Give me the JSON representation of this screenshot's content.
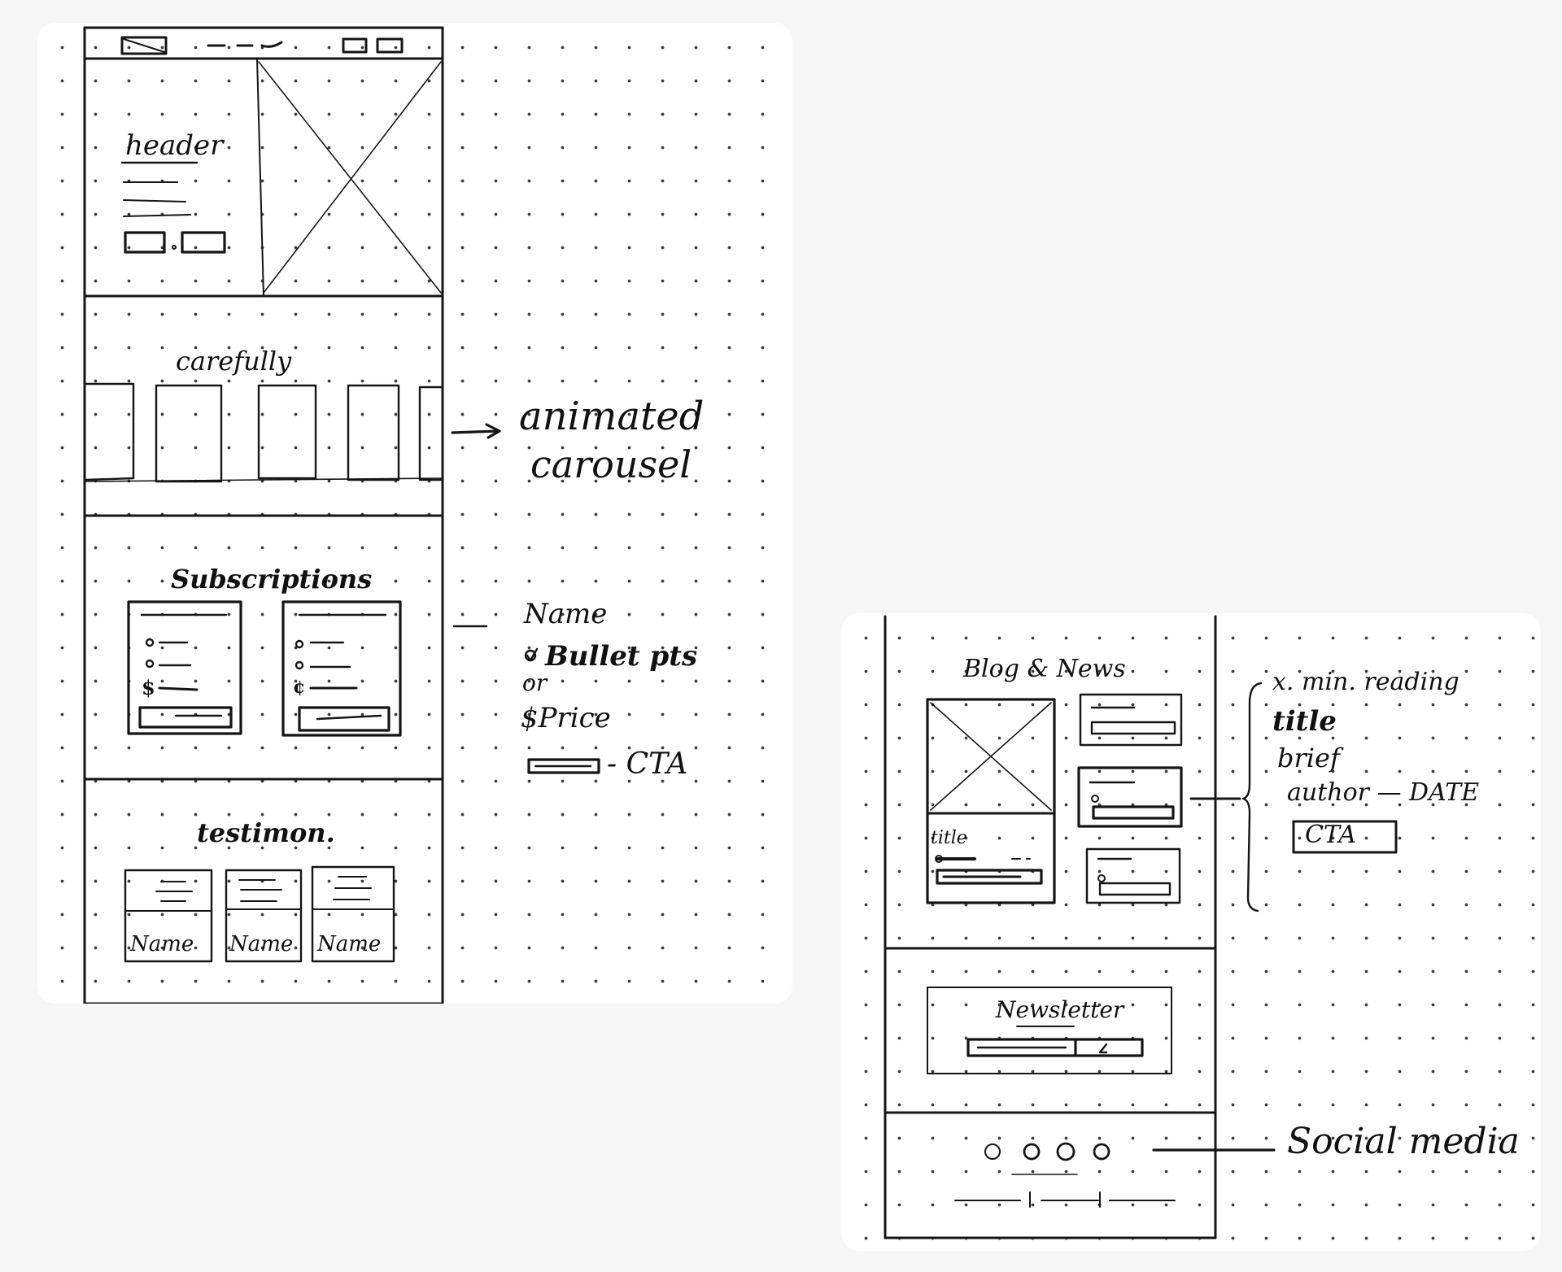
{
  "sketch_left": {
    "hero": {
      "header_label": "header"
    },
    "carousel": {
      "title": "carefully"
    },
    "subscriptions": {
      "title": "Subscriptions"
    },
    "testimonials": {
      "title": "testimon.",
      "names": [
        "Name",
        "Name",
        "Name"
      ]
    }
  },
  "annotations_left": {
    "carousel_note_line1": "animated",
    "carousel_note_line2": "carousel",
    "subscription_notes": [
      "Name",
      "Bullet pts",
      "or",
      "$Price",
      "- CTA"
    ]
  },
  "sketch_right": {
    "blog": {
      "title": "Blog & News",
      "featured_title": "title"
    },
    "newsletter": {
      "title": "Newsletter"
    }
  },
  "annotations_right": {
    "blog_notes": [
      "x. min. reading",
      "title",
      "brief",
      "author — DATE",
      "CTA"
    ],
    "social_note": "Social media"
  }
}
